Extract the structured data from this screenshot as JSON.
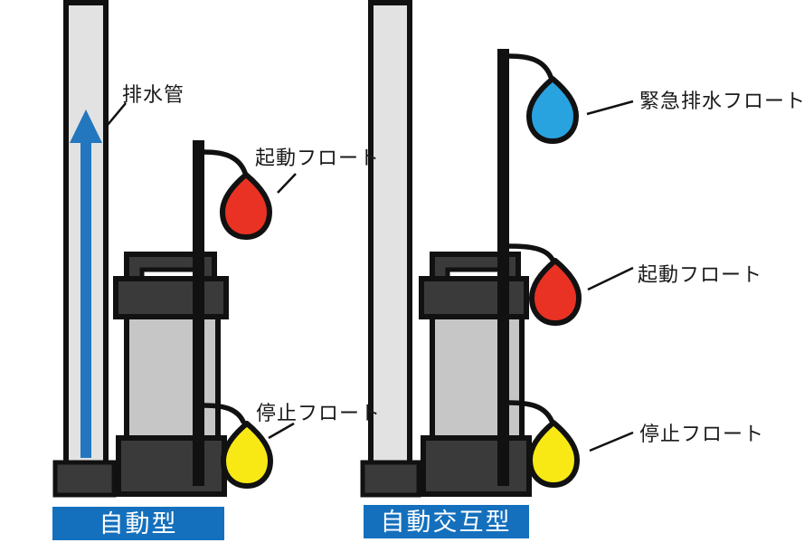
{
  "diagram": {
    "left_pump": {
      "name_label": "自動型",
      "pipe_label": "排水管",
      "start_float_label": "起動フロート",
      "stop_float_label": "停止フロート"
    },
    "right_pump": {
      "name_label": "自動交互型",
      "emergency_float_label": "緊急排水フロート",
      "start_float_label": "起動フロート",
      "stop_float_label": "停止フロート"
    },
    "colors": {
      "float_red": "#e93223",
      "float_yellow": "#f8e915",
      "float_blue": "#29a3e0",
      "arrow_blue": "#2277be",
      "type_bar_blue": "#1470bd",
      "pump_dark": "#3a3a3a",
      "pump_body_gray": "#c6c6c6",
      "pipe_gray": "#e2e2e2",
      "outline_black": "#111111"
    }
  }
}
